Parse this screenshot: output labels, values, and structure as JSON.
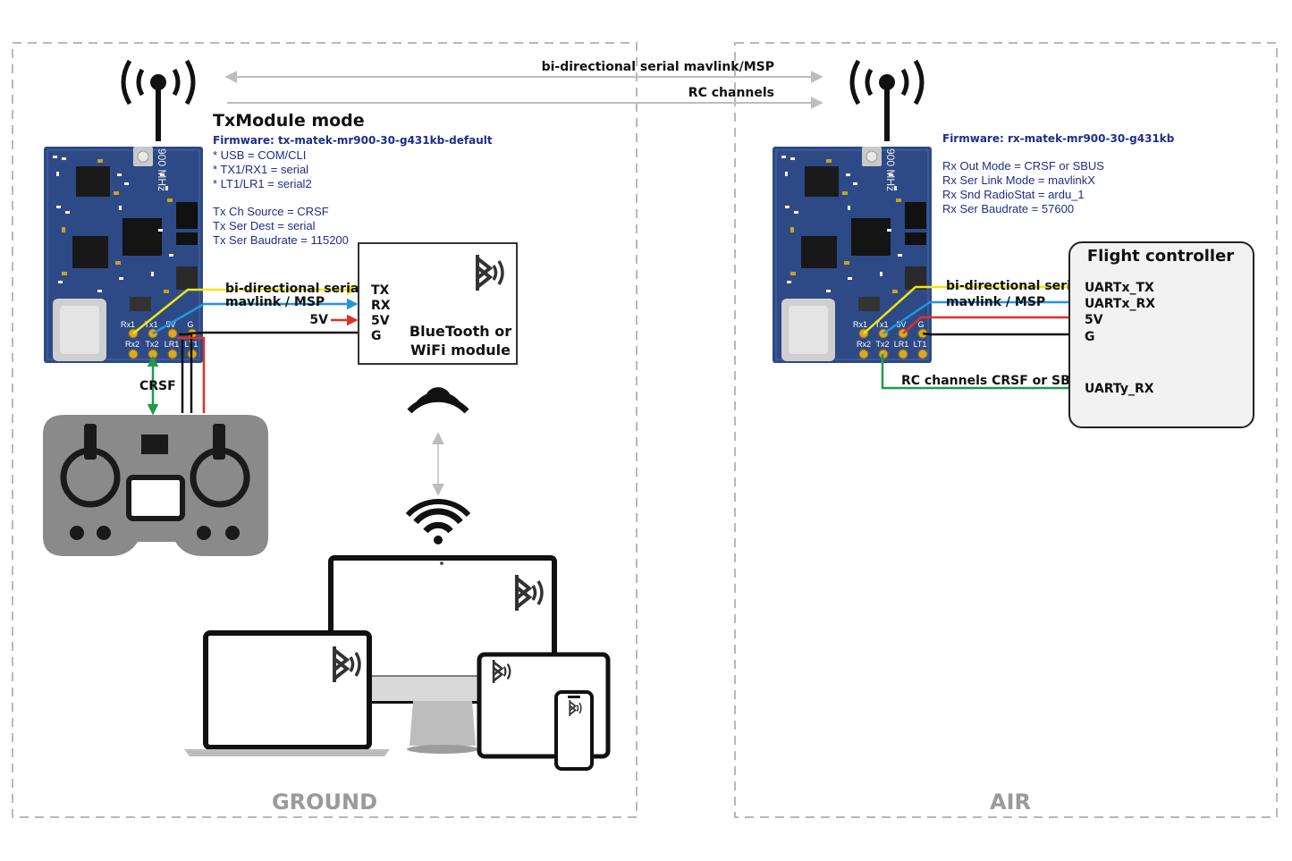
{
  "ground": {
    "section_label": "GROUND",
    "mode_title": "TxModule mode",
    "firmware": "Firmware: tx-matek-mr900-30-g431kb-default",
    "config_lines": [
      "* USB = COM/CLI",
      "* TX1/RX1 = serial",
      "* LT1/LR1 = serial2",
      "",
      "Tx Ch Source = CRSF",
      "Tx Ser Dest = serial",
      "Tx Ser Baudrate = 115200"
    ],
    "board": {
      "freq_label": "900 MHz",
      "top_pins": [
        "Rx1",
        "Tx1",
        "5V",
        "G"
      ],
      "bottom_pins": [
        "Rx2",
        "Tx2",
        "LR1",
        "LT1"
      ]
    },
    "wire_label_serial_1": "bi-directional serial",
    "wire_label_serial_2": "mavlink / MSP",
    "wire_label_5v": "5V",
    "crsf_label": "CRSF",
    "bt_module": {
      "pins": [
        "TX",
        "RX",
        "5V",
        "G"
      ],
      "name_line1": "BlueTooth or",
      "name_line2": "WiFi module"
    }
  },
  "air": {
    "section_label": "AIR",
    "firmware": "Firmware: rx-matek-mr900-30-g431kb",
    "config_lines": [
      "Rx Out Mode = CRSF or SBUS",
      "Rx Ser Link Mode = mavlinkX",
      "Rx Snd RadioStat = ardu_1",
      "Rx Ser Baudrate = 57600"
    ],
    "board": {
      "freq_label": "900 MHz",
      "top_pins": [
        "Rx1",
        "Tx1",
        "5V",
        "G"
      ],
      "bottom_pins": [
        "Rx2",
        "Tx2",
        "LR1",
        "LT1"
      ]
    },
    "wire_label_serial_1": "bi-directional serial",
    "wire_label_serial_2": "mavlink / MSP",
    "rc_label": "RC channels CRSF or SBUS",
    "flight_controller": {
      "title": "Flight controller",
      "pins": [
        "UARTx_TX",
        "UARTx_RX",
        "5V",
        "G",
        "UARTy_RX"
      ]
    }
  },
  "links": {
    "serial_link": "bi-directional serial mavlink/MSP",
    "rc_link": "RC channels"
  },
  "colors": {
    "board_blue": "#2e4a86",
    "wire_yellow": "#f2e60f",
    "wire_blue": "#2196e0",
    "wire_red": "#e0302a",
    "wire_black": "#111111",
    "wire_green": "#1f9a4a",
    "text_navy": "#1d2e8a",
    "dash_gray": "#b8b8b8",
    "label_gray": "#9a9a9a",
    "controller_gray": "#8a8a8a"
  }
}
